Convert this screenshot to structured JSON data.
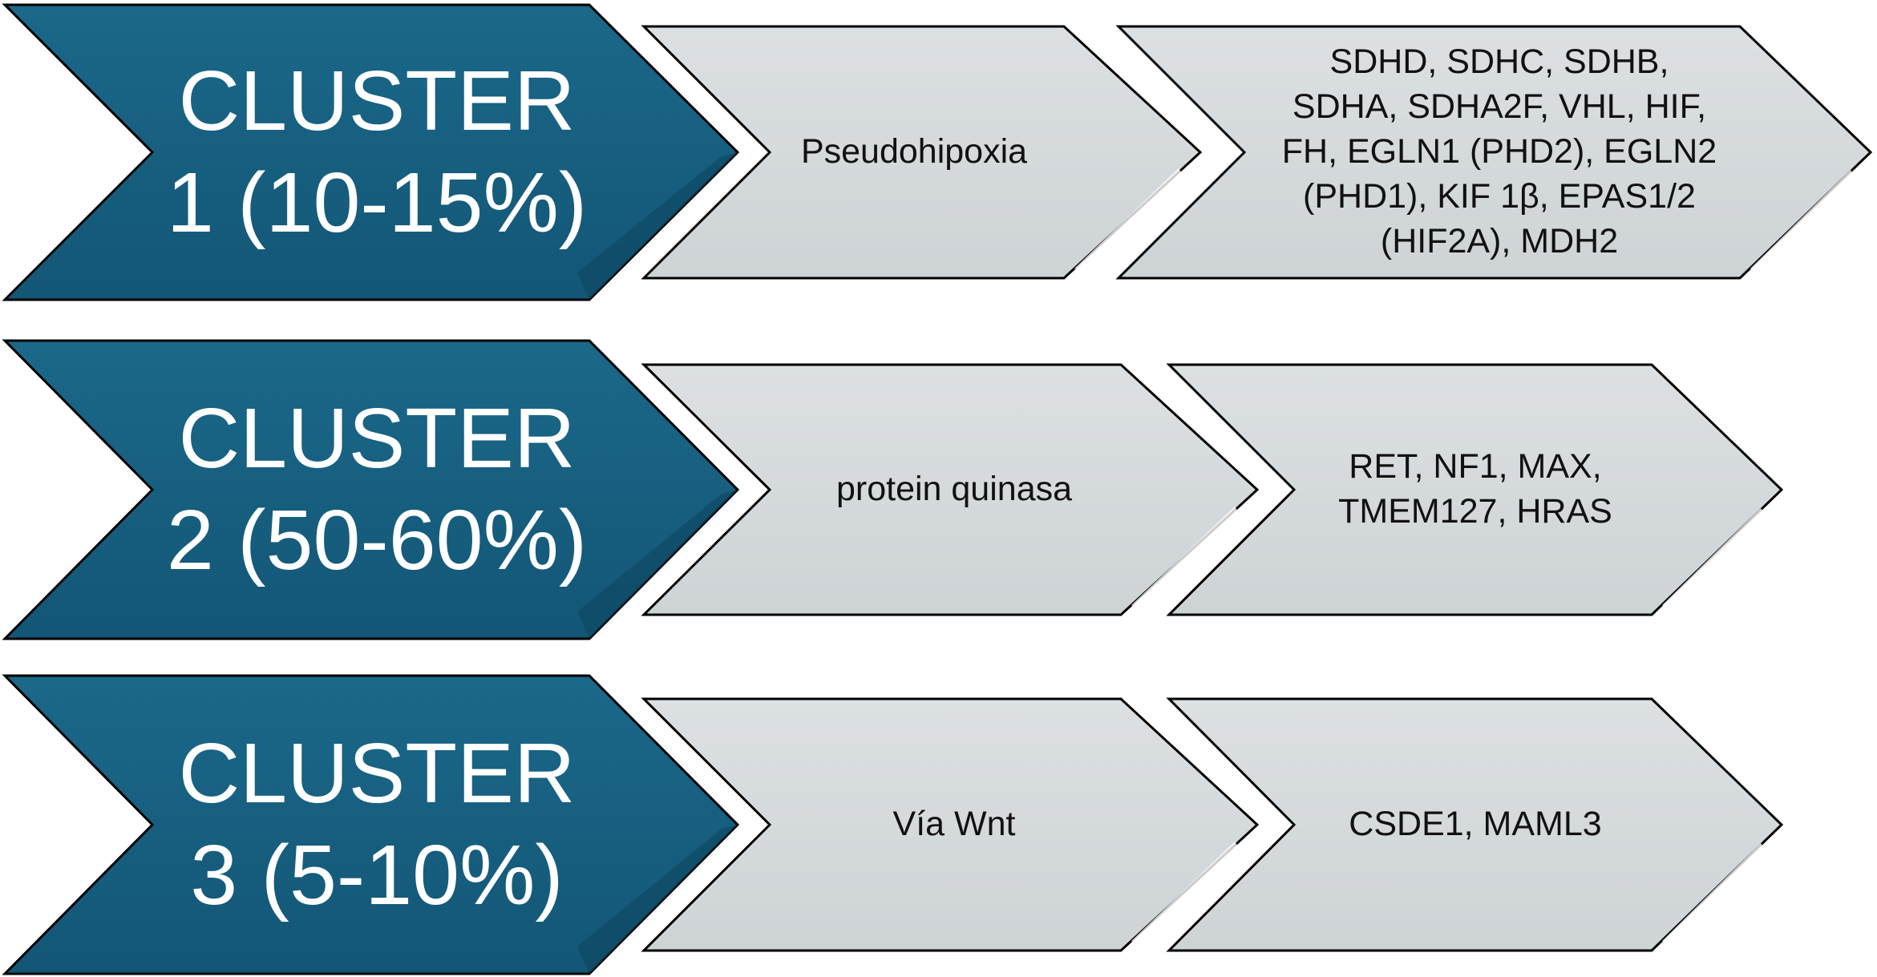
{
  "colors": {
    "cluster_fill": "#175E7E",
    "cluster_fill_dark": "#0F4A66",
    "box_fill": "#D4D9DC",
    "box_fill_light": "#E2E6E8",
    "outline": "#000000",
    "cluster_text": "#FFFFFF",
    "box_text": "#111111"
  },
  "rows": [
    {
      "cluster_lines": [
        "CLUSTER",
        "1 (10-15%)"
      ],
      "pathway": "Pseudohipoxia",
      "gene_lines": [
        "SDHD, SDHC, SDHB,",
        "SDHA, SDHA2F, VHL, HIF,",
        "FH, EGLN1 (PHD2), EGLN2",
        "(PHD1), KIF 1β, EPAS1/2",
        "(HIF2A), MDH2"
      ]
    },
    {
      "cluster_lines": [
        "CLUSTER",
        "2 (50-60%)"
      ],
      "pathway": "protein quinasa",
      "gene_lines": [
        "RET, NF1, MAX,",
        "TMEM127, HRAS"
      ]
    },
    {
      "cluster_lines": [
        "CLUSTER",
        "3 (5-10%)"
      ],
      "pathway": "Vía Wnt",
      "gene_lines": [
        "CSDE1, MAML3"
      ]
    }
  ]
}
